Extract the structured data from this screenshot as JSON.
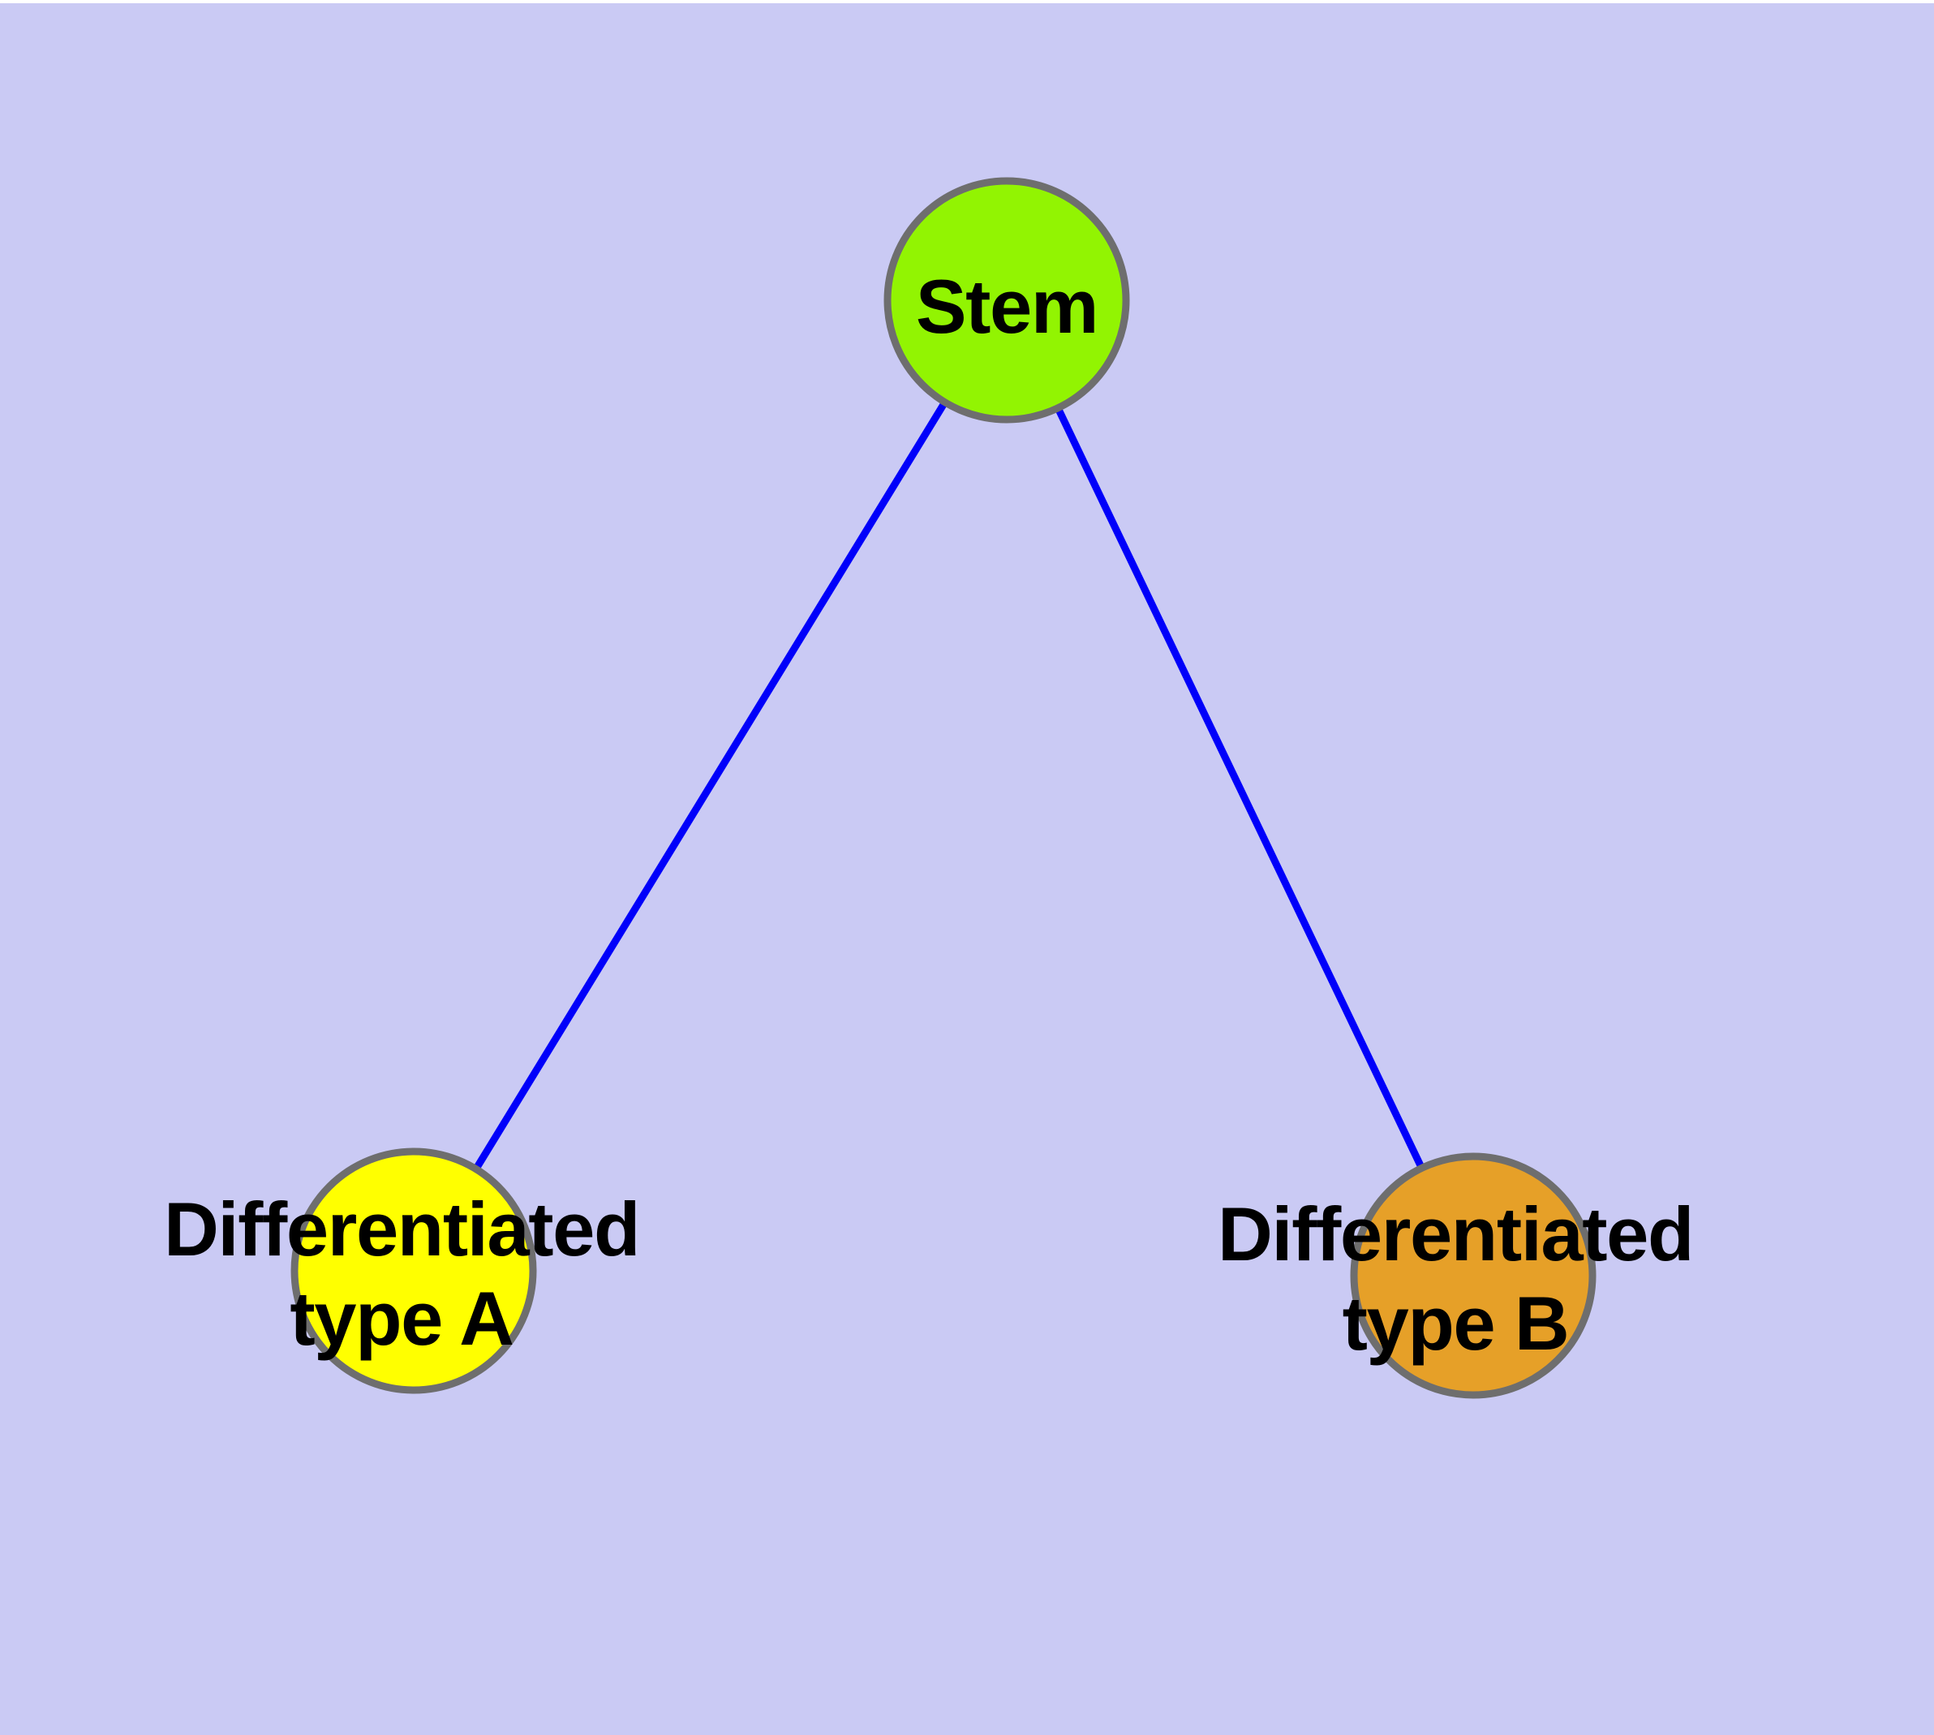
{
  "canvas": {
    "background_color": "#CACAF4",
    "top_margin_color": "#FFFFFF"
  },
  "edges": {
    "color": "#0000FA",
    "items": [
      {
        "from": "stem",
        "to": "type_a"
      },
      {
        "from": "stem",
        "to": "type_b"
      }
    ]
  },
  "nodes": {
    "border_color": "#6E6E6E",
    "label_color": "#000000",
    "stem": {
      "label": "Stem",
      "color": "#92F402"
    },
    "type_a": {
      "label": "Differentiated type A",
      "label_line1": "Differentiated",
      "label_line2": "type A",
      "color": "#FFFF00"
    },
    "type_b": {
      "label": "Differentiated type B",
      "label_line1": "Differentiated",
      "label_line2": "type B",
      "color": "#E6A028"
    }
  }
}
